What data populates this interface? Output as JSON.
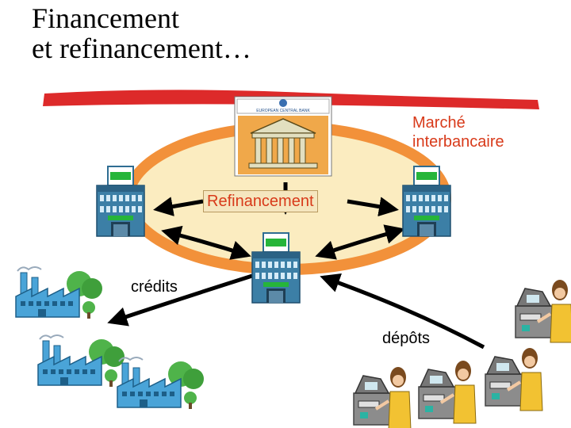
{
  "title": {
    "line1": "Financement",
    "line2": "et refinancement…"
  },
  "labels": {
    "market": {
      "line1": "Marché",
      "line2": "interbancaire"
    },
    "refinancing": "Refinancement",
    "credits": "crédits",
    "deposits": "dépôts"
  },
  "central_bank": {
    "sign": "EUROPEAN CENTRAL BANK"
  },
  "colors": {
    "brush_red": "#dd2a2a",
    "ring_orange": "#f2913a",
    "ring_fill": "#fbecc0",
    "label_red": "#d83a1a",
    "bank_blue": "#3c7fa6",
    "bank_green": "#26b53a",
    "factory_blue": "#4aa4d8",
    "tree_green": "#4fb34a"
  }
}
